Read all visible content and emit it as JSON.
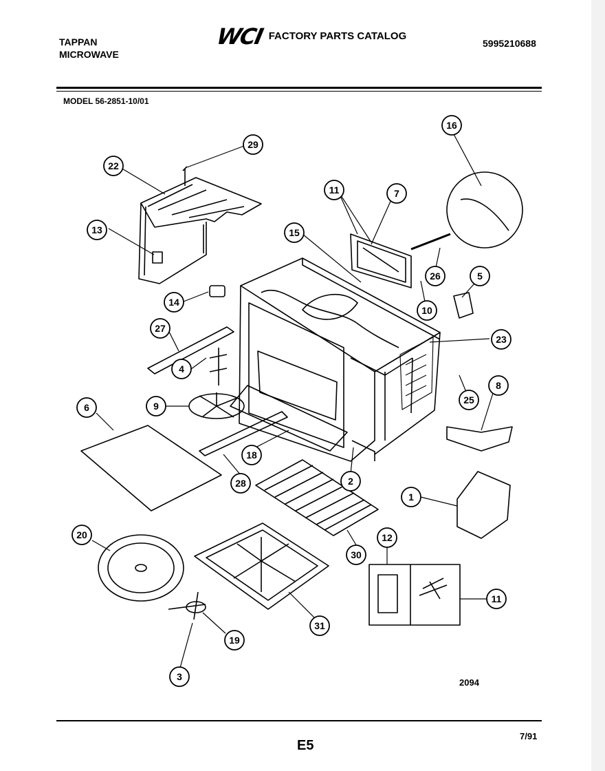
{
  "header": {
    "brand_line1": "TAPPAN",
    "brand_line2": "MICROWAVE",
    "logo": "WCI",
    "title": "FACTORY PARTS CATALOG",
    "part_number": "5995210688"
  },
  "model": "MODEL 56-2851-10/01",
  "callouts": [
    "29",
    "22",
    "13",
    "16",
    "11",
    "7",
    "15",
    "26",
    "5",
    "14",
    "10",
    "27",
    "23",
    "4",
    "25",
    "8",
    "6",
    "9",
    "18",
    "28",
    "2",
    "1",
    "20",
    "30",
    "12",
    "11",
    "31",
    "19",
    "3"
  ],
  "footer": {
    "diagram_code": "2094",
    "date": "7/91",
    "page": "E5"
  }
}
